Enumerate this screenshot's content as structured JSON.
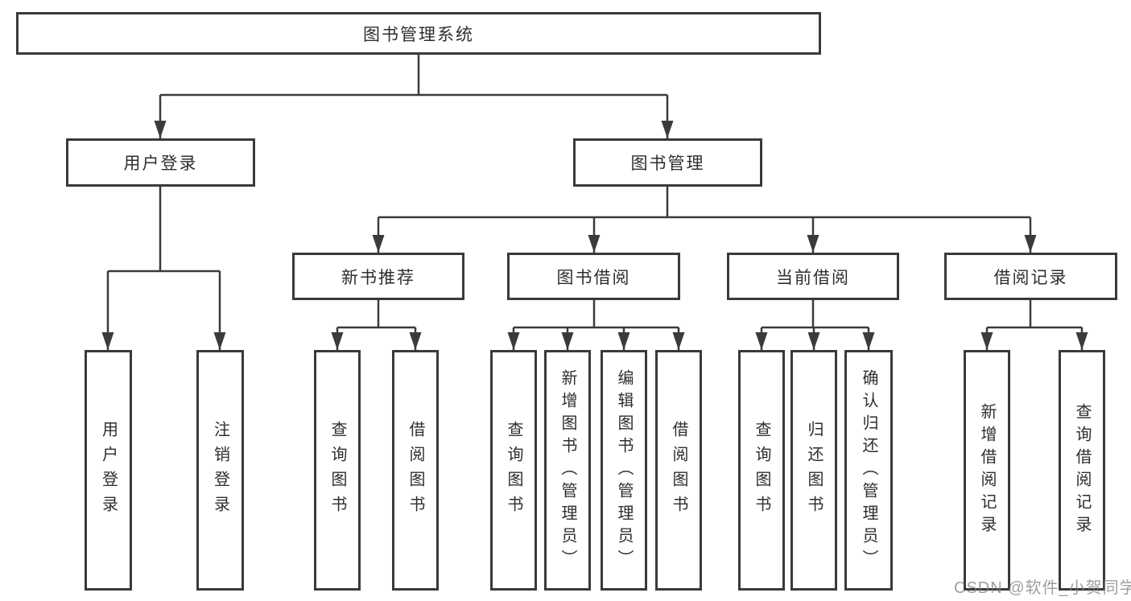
{
  "tree": {
    "root": {
      "label": "图书管理系统"
    },
    "branches": [
      {
        "label": "用户登录",
        "children": [
          {
            "label": "用户登录"
          },
          {
            "label": "注销登录"
          }
        ]
      },
      {
        "label": "图书管理",
        "children": [
          {
            "label": "新书推荐",
            "children": [
              {
                "label": "查询图书"
              },
              {
                "label": "借阅图书"
              }
            ]
          },
          {
            "label": "图书借阅",
            "children": [
              {
                "label": "查询图书"
              },
              {
                "label": "新增图书（管理员）"
              },
              {
                "label": "编辑图书（管理员）"
              },
              {
                "label": "借阅图书"
              }
            ]
          },
          {
            "label": "当前借阅",
            "children": [
              {
                "label": "查询图书"
              },
              {
                "label": "归还图书"
              },
              {
                "label": "确认归还（管理员）"
              }
            ]
          },
          {
            "label": "借阅记录",
            "children": [
              {
                "label": "新增借阅记录"
              },
              {
                "label": "查询借阅记录"
              }
            ]
          }
        ]
      }
    ]
  },
  "watermark": {
    "text": "CSDN @软件_小贺同学"
  },
  "colors": {
    "line": "#3b3b3b",
    "border": "#3a3a3a",
    "text": "#2e2e2e",
    "watermark": "#7d7d7d"
  }
}
